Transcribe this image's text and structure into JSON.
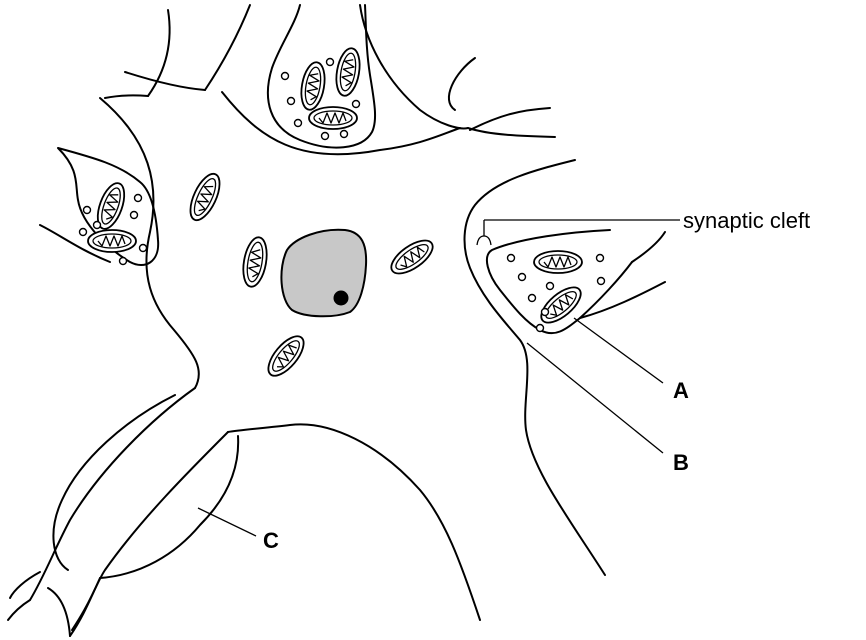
{
  "labels": {
    "synaptic_cleft": "synaptic cleft",
    "A": "A",
    "B": "B",
    "C": "C"
  },
  "colors": {
    "line": "#000000",
    "nucleus_fill": "#c8c8c8",
    "nucleolus": "#000000",
    "background": "#ffffff"
  }
}
